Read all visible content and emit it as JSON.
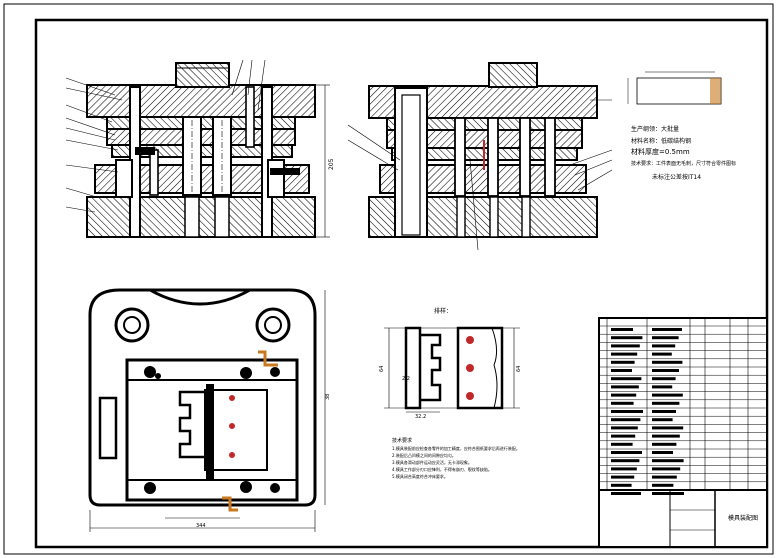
{
  "specs": {
    "line1": "生产纲领：大批量",
    "line2": "材料名称：低碳结构钢",
    "line3": "材料厚度=0.5mm",
    "line4": "技术要求：工件表面无毛刺，尺寸符合零件图标",
    "line5": "未标注公差按IT14"
  },
  "labels": {
    "layout_title": "排样：",
    "drawing_name": "模具装配图",
    "height_dim": "205",
    "dim_22": "2.2",
    "dim_322": "32.2",
    "dim_64a": "64",
    "dim_64b": "64",
    "dim_344": "344",
    "dim_38": "38"
  },
  "notes": {
    "title": "技术要求",
    "items": [
      "1.模具装配前应检查各零件的加工精度，应符合图纸要求后再进行装配。",
      "2.装配后凸凹模之间的间隙应均匀。",
      "3.模具各滑动部件运动应灵活，无卡滞现象。",
      "4.模具工作部分刃口应锋利，不得有崩刃、裂纹等缺陷。",
      "5.模具闭合高度符合冲床要求。"
    ]
  },
  "colors": {
    "line": "#000000",
    "accent_orange": "#c8781e",
    "accent_red": "#c0282a"
  }
}
